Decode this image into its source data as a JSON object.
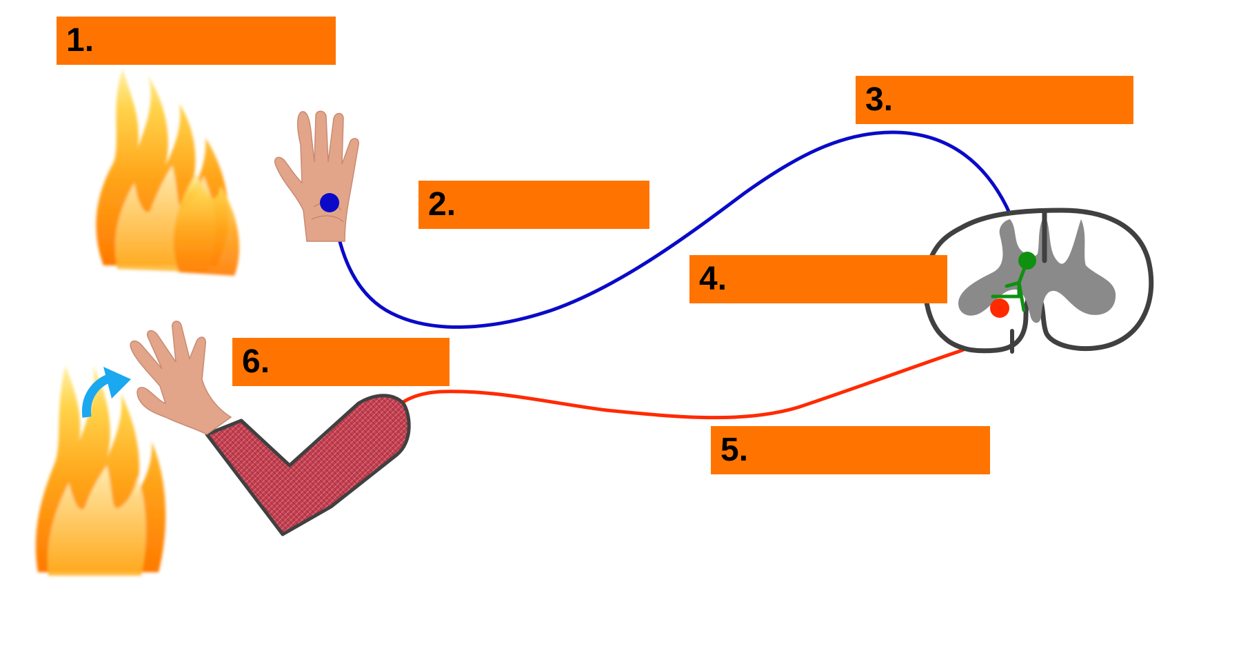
{
  "labels": {
    "step_1": "1.",
    "step_2": "2.",
    "step_3": "3.",
    "step_4": "4.",
    "step_5": "5.",
    "step_6": "6."
  },
  "colors": {
    "label_fill": "#ff7400",
    "sensory_neuron": "#0a0ac8",
    "interneuron": "#109010",
    "motor_neuron": "#ff2a00",
    "withdraw_arrow": "#1aa8f0",
    "spinal_cord_outline": "#404040",
    "grey_matter": "#8a8a8a",
    "skin": "#e2a58a",
    "muscle": "#c24050"
  },
  "icons": {
    "flame_upper": "flame-icon",
    "flame_lower": "flame-icon",
    "hand_receptor": "hand-icon",
    "withdrawn_hand": "hand-icon",
    "withdraw_arrow": "curved-arrow-icon",
    "arm_muscle": "arm-muscle-icon",
    "spinal_cord": "spinal-cord-cross-section-icon"
  }
}
